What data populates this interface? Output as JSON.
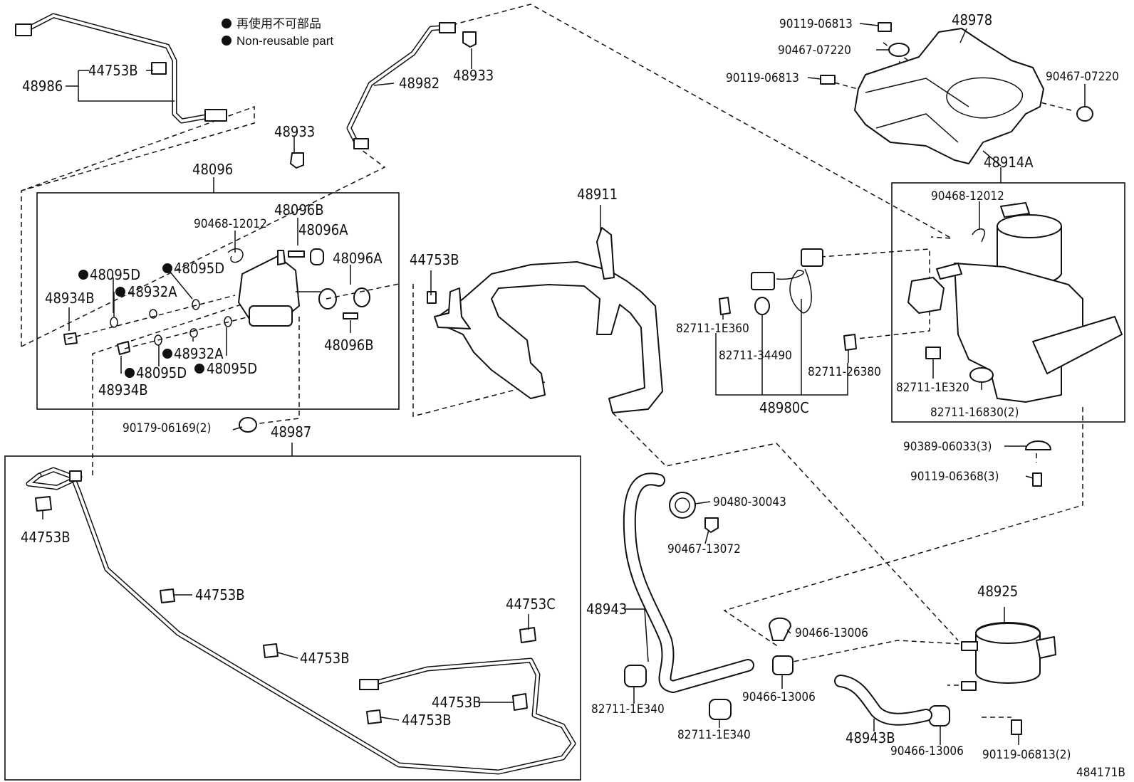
{
  "legend": {
    "line1": "再使用不可部品",
    "line2": "Non-reusable part"
  },
  "diagram_id": "484171B",
  "labels": {
    "p48986": "48986",
    "p44753B_top": "44753B",
    "p48982": "48982",
    "p48933_a": "48933",
    "p48933_b": "48933",
    "p48096": "48096",
    "p90468_12012_a": "90468-12012",
    "p48096B_a": "48096B",
    "p48096A_a": "48096A",
    "p48096A_b": "48096A",
    "p48095D_a": "48095D",
    "p48095D_b": "48095D",
    "p48934B_a": "48934B",
    "p48932A_a": "48932A",
    "p48932A_b": "48932A",
    "p48095D_c": "48095D",
    "p48095D_d": "48095D",
    "p48934B_b": "48934B",
    "p48096B_b": "48096B",
    "p44753B_mid": "44753B",
    "p48911": "48911",
    "p90179": "90179-06169(2)",
    "p48987": "48987",
    "p44753B_l1": "44753B",
    "p44753B_l2": "44753B",
    "p44753B_l3": "44753B",
    "p44753C": "44753C",
    "p44753B_l4": "44753B",
    "p44753B_l5": "44753B",
    "p90119_06813_a": "90119-06813",
    "p48978": "48978",
    "p90467_07220_a": "90467-07220",
    "p90119_06813_b": "90119-06813",
    "p90467_07220_b": "90467-07220",
    "p48914A": "48914A",
    "p90468_12012_b": "90468-12012",
    "p82711_1E360": "82711-1E360",
    "p82711_34490": "82711-34490",
    "p82711_26380": "82711-26380",
    "p48980C": "48980C",
    "p82711_1E320": "82711-1E320",
    "p82711_16830": "82711-16830(2)",
    "p90389": "90389-06033(3)",
    "p90119_06368": "90119-06368(3)",
    "p90480": "90480-30043",
    "p90467_13072": "90467-13072",
    "p48943": "48943",
    "p90466_a": "90466-13006",
    "p82711_1E340_a": "82711-1E340",
    "p90466_b": "90466-13006",
    "p82711_1E340_b": "82711-1E340",
    "p48925": "48925",
    "p48943B": "48943B",
    "p90466_c": "90466-13006",
    "p90119_06813_c": "90119-06813(2)"
  }
}
